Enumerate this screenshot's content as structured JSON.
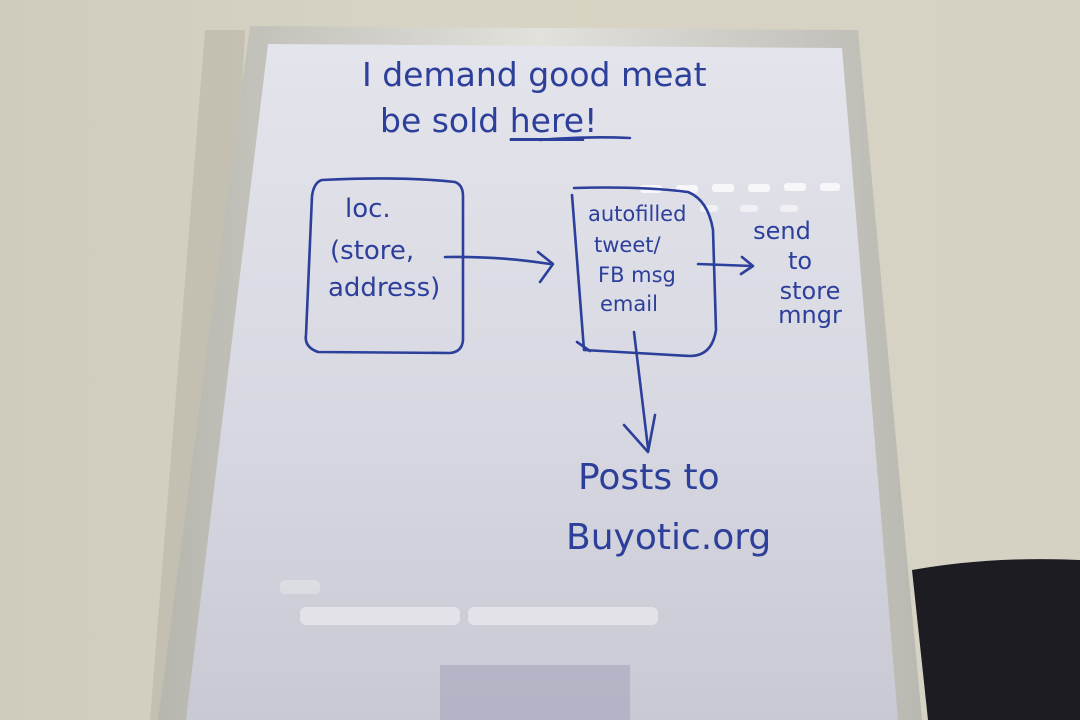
{
  "whiteboard": {
    "heading": {
      "line1": "I demand good meat",
      "line2_prefix": "be sold ",
      "line2_emphasis": "here",
      "line2_suffix": "!"
    },
    "location_box": {
      "line1": "loc.",
      "line2": "(store,",
      "line3": "address)"
    },
    "message_box": {
      "line1": "autofilled",
      "line2": "tweet/",
      "line3": "FB msg",
      "line4": "email"
    },
    "side_note": {
      "line1": "send",
      "line2": "to",
      "line3": "store",
      "line4": "mngr"
    },
    "bottom_note": {
      "line1": "Posts to",
      "line2": "Buyotic.org"
    }
  },
  "colors": {
    "ink": "#2c3f9a",
    "wall": "#d8d4c5",
    "board_surface": "#dddde6",
    "frame": "#c9c9c4"
  }
}
